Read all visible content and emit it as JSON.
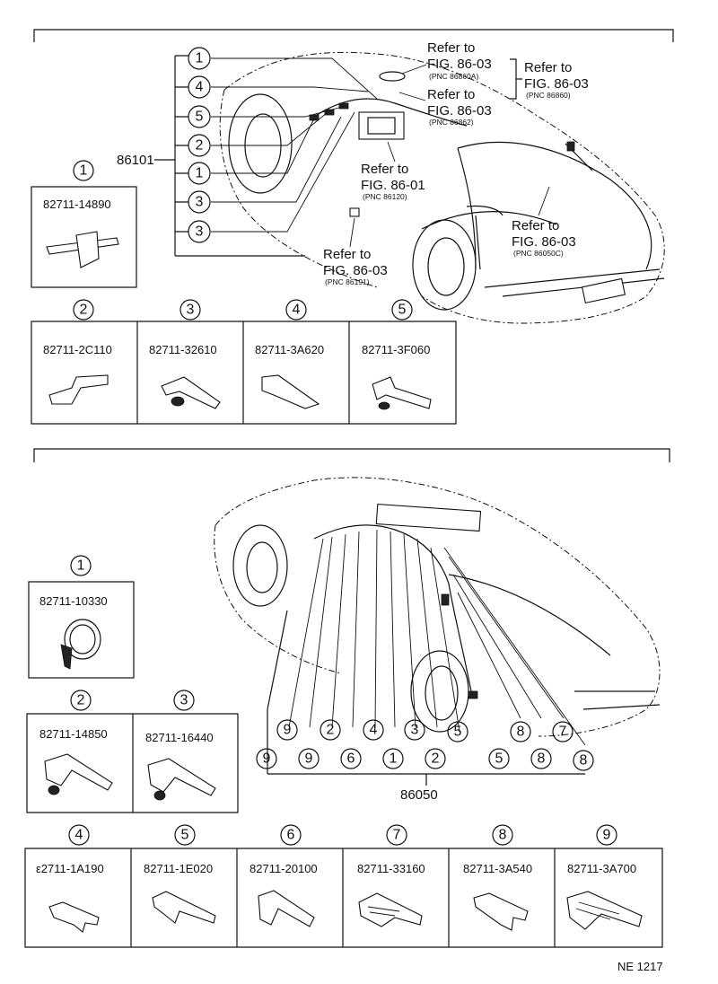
{
  "top": {
    "group_label": "86101",
    "callouts": [
      {
        "text": "Refer to",
        "fig": "FIG. 86-03",
        "pnc": "(PNC 86860A)"
      },
      {
        "text": "Refer to",
        "fig": "FIG. 86-03",
        "pnc": "(PNC 86860)"
      },
      {
        "text": "Refer to",
        "fig": "FIG. 86-03",
        "pnc": "(PNC 86862)"
      },
      {
        "text": "Refer to",
        "fig": "FIG. 86-01",
        "pnc": "(PNC 86120)"
      },
      {
        "text": "Refer to",
        "fig": "FIG. 86-03",
        "pnc": "(PNC 86050C)"
      },
      {
        "text": "Refer to",
        "fig": "FIG. 86-03",
        "pnc": "(PNC 86191)"
      }
    ],
    "left_numbers": [
      "1",
      "4",
      "5",
      "2",
      "1",
      "3",
      "3"
    ],
    "parts": [
      {
        "num": "1",
        "part": "82711-14890"
      },
      {
        "num": "2",
        "part": "82711-2C110"
      },
      {
        "num": "3",
        "part": "82711-32610"
      },
      {
        "num": "4",
        "part": "82711-3A620"
      },
      {
        "num": "5",
        "part": "82711-3F060"
      }
    ]
  },
  "bottom": {
    "group_label": "86050",
    "row_upper": [
      "9",
      "2",
      "4",
      "3",
      "5",
      "8",
      "7"
    ],
    "row_lower": [
      "9",
      "9",
      "6",
      "1",
      "2",
      "5",
      "8",
      "8"
    ],
    "parts": [
      {
        "num": "1",
        "part": "82711-10330"
      },
      {
        "num": "2",
        "part": "82711-14850"
      },
      {
        "num": "3",
        "part": "82711-16440"
      },
      {
        "num": "4",
        "part": "ε2711-1A190"
      },
      {
        "num": "5",
        "part": "82711-1E020"
      },
      {
        "num": "6",
        "part": "82711-20100"
      },
      {
        "num": "7",
        "part": "82711-33160"
      },
      {
        "num": "8",
        "part": "82711-3A540"
      },
      {
        "num": "9",
        "part": "82711-3A700"
      }
    ]
  },
  "footer": {
    "code": "NE 1217"
  }
}
